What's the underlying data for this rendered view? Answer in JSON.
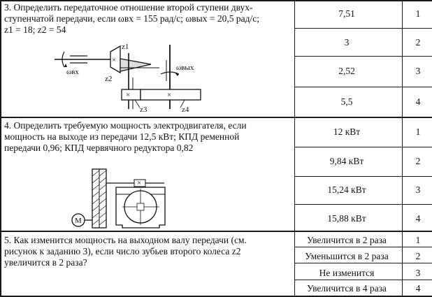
{
  "questions": [
    {
      "lines": [
        "3. Определить передаточное отношение второй ступени двух-",
        "ступенчатой передачи, если ωвх = 155 рад/с; ωвых = 20,5 рад/с;",
        "z1 = 18; z2 = 54"
      ],
      "diagram_labels": {
        "z1": "z1",
        "z2": "z2",
        "z3": "z3",
        "z4": "z4",
        "w_in": "ωвх",
        "w_out": "ωвых"
      },
      "answers": [
        {
          "text": "7,51",
          "num": "1"
        },
        {
          "text": "3",
          "num": "2"
        },
        {
          "text": "2,52",
          "num": "3"
        },
        {
          "text": "5,5",
          "num": "4"
        }
      ]
    },
    {
      "lines": [
        "4. Определить требуемую мощность электродвигателя, если",
        "мощность на выходе из передачи 12,5 кВт; КПД ременной",
        "передачи 0,96; КПД червячного редуктора 0,82"
      ],
      "diagram_labels": {
        "motor": "M"
      },
      "answers": [
        {
          "text": "12 кВт",
          "num": "1"
        },
        {
          "text": "9,84 кВт",
          "num": "2"
        },
        {
          "text": "15,24 кВт",
          "num": "3"
        },
        {
          "text": "15,88 кВт",
          "num": "4"
        }
      ]
    },
    {
      "lines": [
        "5. Как изменится мощность на выходном валу передачи (см.",
        "рисунок к заданию 3), если число зубьев второго колеса z2",
        "увеличится в 2 раза?"
      ],
      "answers": [
        {
          "text": "Увеличится в 2 раза",
          "num": "1"
        },
        {
          "text": "Уменьшится в 2 раза",
          "num": "2"
        },
        {
          "text": "Не изменится",
          "num": "3"
        },
        {
          "text": "Увеличится в 4 раза",
          "num": "4"
        }
      ]
    }
  ]
}
